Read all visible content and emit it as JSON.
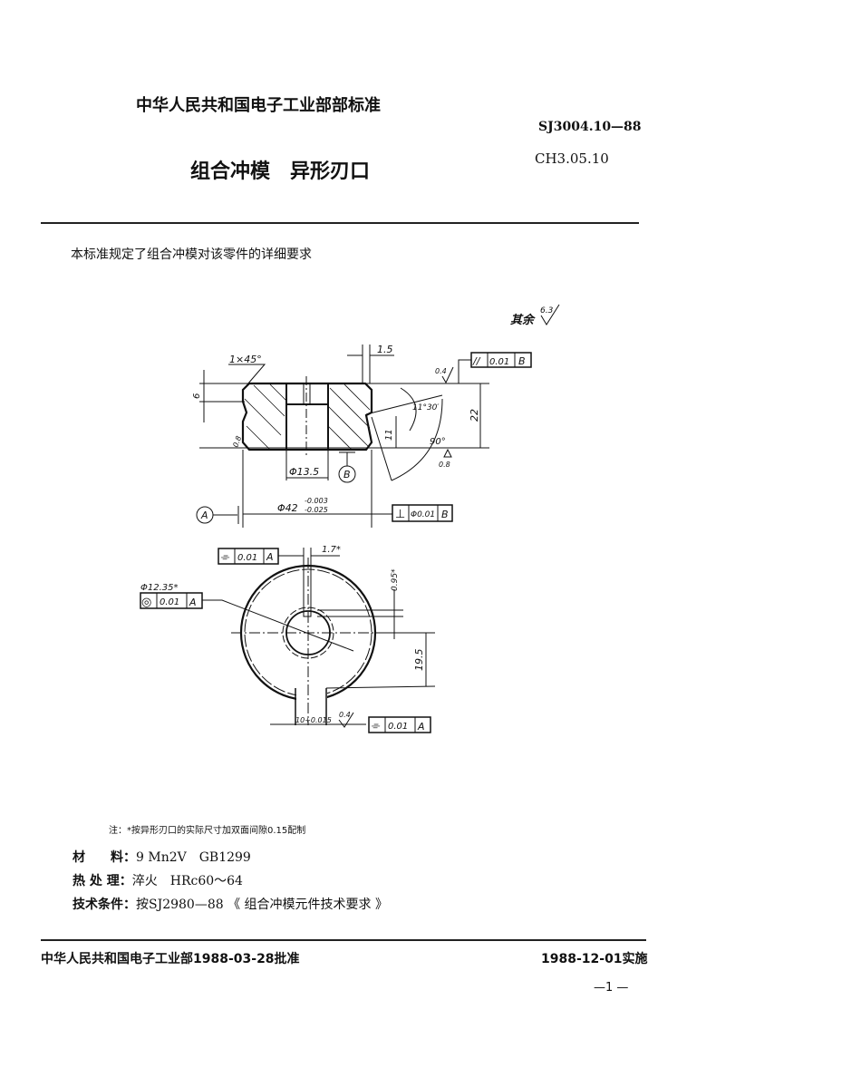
{
  "header": {
    "org_standard": "中华人民共和国电子工业部部标准",
    "standard_no": "SJ3004.10—88",
    "title": "组合冲模　异形刃口",
    "class_no": "CH3.05.10"
  },
  "intro": "本标准规定了组合冲模对该零件的详细要求",
  "drawing": {
    "roughness_rest": "其余",
    "roughness_rest_value": "6.3",
    "section": {
      "chamfer": "1×45°",
      "dim_1_5": "1.5",
      "parallelism_symbol": "//",
      "parallelism_value": "0.01",
      "parallelism_datum": "B",
      "roughness_top": "0.4",
      "dim_6": "6",
      "angle_small": "11°30′",
      "dim_22": "22",
      "dim_11": "11",
      "angle_90": "90°",
      "roughness_left": "0.8",
      "roughness_bottom": "0.8",
      "bore_dia": "Φ13.5",
      "datum_b": "B",
      "datum_a": "A",
      "outer_dia": "Φ42",
      "outer_tol_upper": "-0.003",
      "outer_tol_lower": "-0.025",
      "perp_symbol": "⊥",
      "perp_value": "Φ0.01",
      "perp_datum": "B"
    },
    "plan": {
      "sym_top_symbol": "⌯",
      "sym_top_value": "0.01",
      "sym_top_datum": "A",
      "slot_width": "1.7*",
      "conc_dia": "Φ12.35*",
      "conc_symbol": "◎",
      "conc_value": "0.01",
      "conc_datum": "A",
      "dim_0_95": "0.95*",
      "dim_19_5": "19.5",
      "slot_bottom": "10+0.015",
      "roughness_slot": "0.4",
      "sym_bottom_symbol": "⌯",
      "sym_bottom_value": "0.01",
      "sym_bottom_datum": "A"
    }
  },
  "notes": {
    "note": "注：*按异形刃口的实际尺寸加双面间隙0.15配制",
    "material_label": "材　　料：",
    "material_value": "9 Mn2V　GB1299",
    "heat_label": "热 处 理：",
    "heat_value": "淬火　HRc60～64",
    "tech_label": "技术条件：",
    "tech_value": "按SJ2980—88 《 组合冲模元件技术要求 》"
  },
  "footer": {
    "approved": "中华人民共和国电子工业部1988-03-28批准",
    "effective": "1988-12-01实施",
    "page": "—1 —"
  }
}
